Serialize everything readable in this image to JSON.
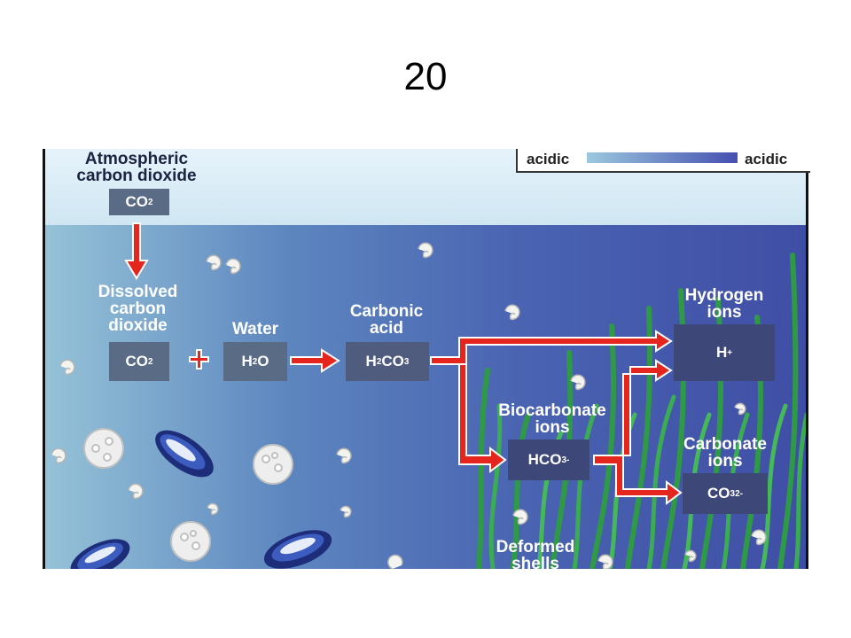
{
  "slide": {
    "number": "20"
  },
  "legend": {
    "left_label": "acidic",
    "right_label": "acidic"
  },
  "atmosphere": {
    "label_line1": "Atmospheric",
    "label_line2": "carbon dioxide",
    "formula_main": "CO",
    "formula_sub": "2"
  },
  "dissolved": {
    "label_line1": "Dissolved",
    "label_line2": "carbon",
    "label_line3": "dioxide",
    "formula_main": "CO",
    "formula_sub": "2"
  },
  "water": {
    "label": "Water",
    "formula_a": "H",
    "formula_sub": "2",
    "formula_b": "O"
  },
  "carbonic": {
    "label_line1": "Carbonic",
    "label_line2": "acid",
    "formula_a": "H",
    "formula_sub1": "2",
    "formula_b": "CO",
    "formula_sub2": "3"
  },
  "hydrogen": {
    "label_line1": "Hydrogen",
    "label_line2": "ions",
    "formula_main": "H",
    "formula_sup": "+"
  },
  "bicarbonate": {
    "label_line1": "Biocarbonate",
    "label_line2": "ions",
    "formula_main": "HCO",
    "formula_sub": "3",
    "formula_sup": "-"
  },
  "carbonate": {
    "label_line1": "Carbonate",
    "label_line2": "ions",
    "formula_main": "CO",
    "formula_sub": "3",
    "formula_sup": "2-"
  },
  "deformed": {
    "label_line1": "Deformed",
    "label_line2": "shells"
  },
  "colors": {
    "arrow": "#e5261f",
    "box": "#5a6b86",
    "box_dark": "#3d4878",
    "seagrass": "#2f9a45"
  }
}
